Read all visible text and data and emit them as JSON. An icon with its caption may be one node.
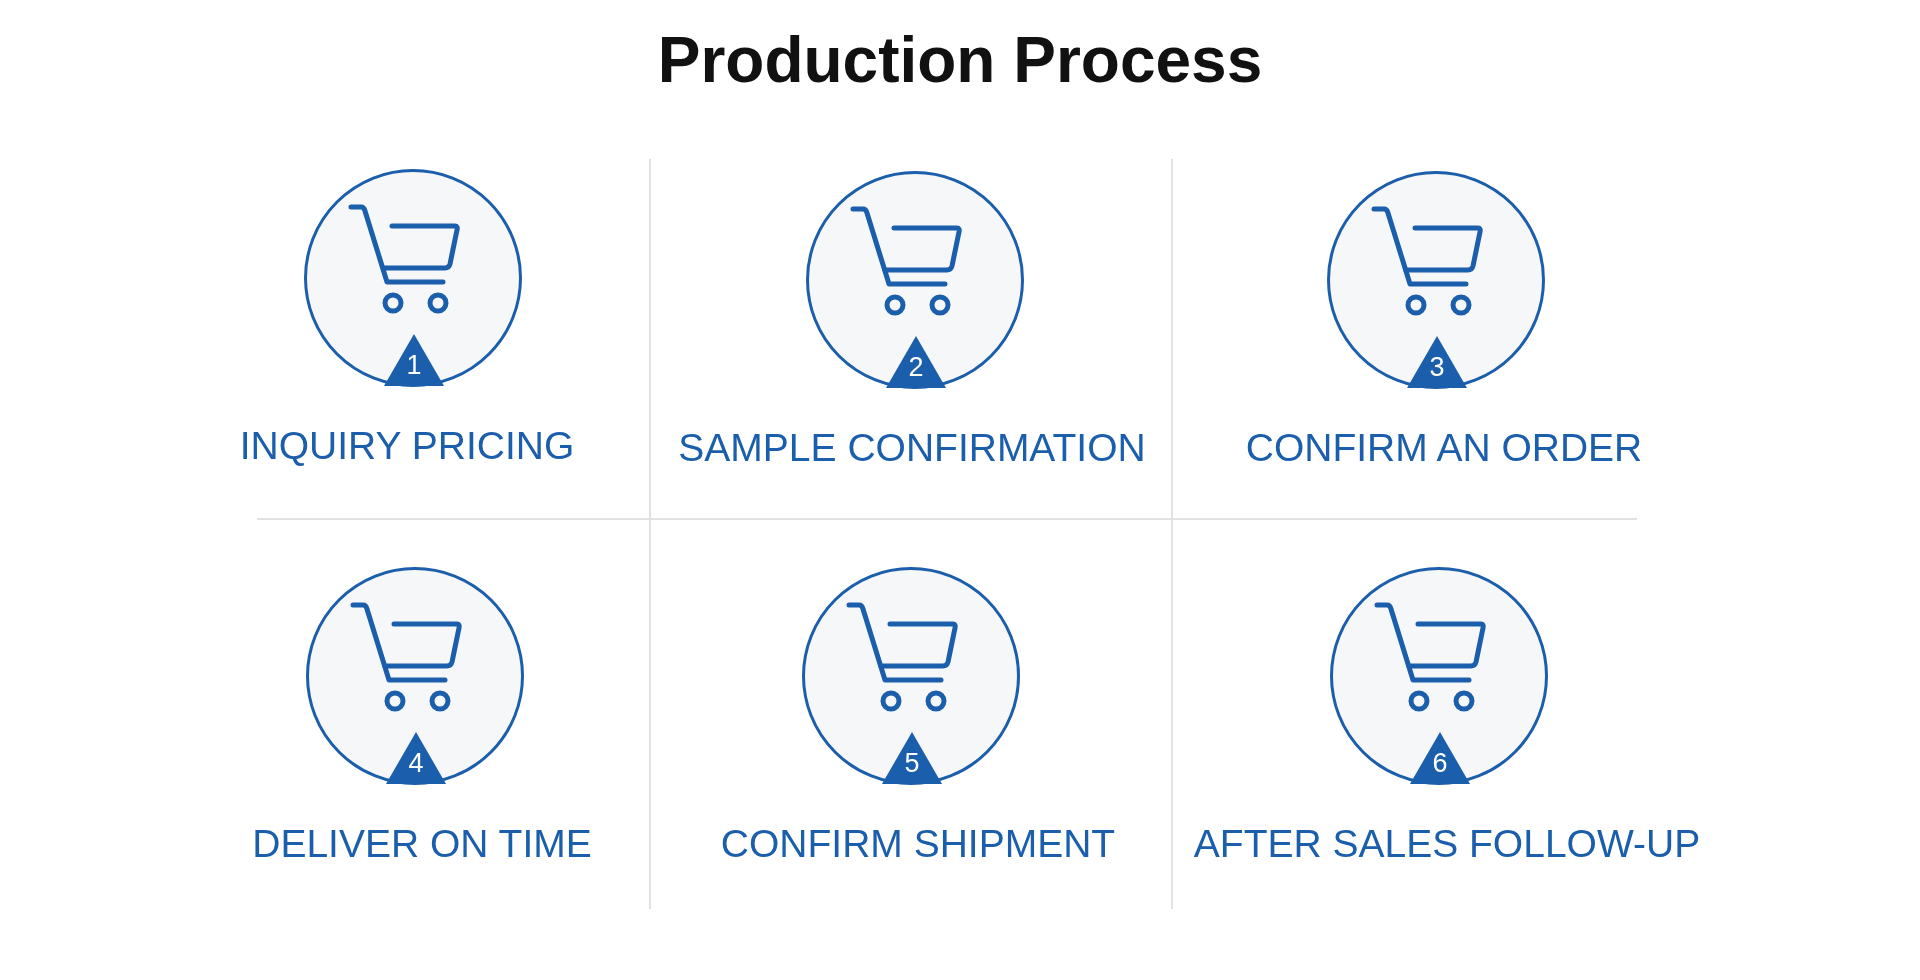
{
  "diagram": {
    "title": "Production Process",
    "nodes": [
      {
        "text": [
          "1"
        ],
        "beside": [
          "INQUIRY PRICING"
        ]
      },
      {
        "text": [
          "2"
        ],
        "beside": [
          "SAMPLE CONFIRMATION"
        ]
      },
      {
        "text": [
          "3"
        ],
        "beside": [
          "CONFIRM AN ORDER"
        ]
      },
      {
        "text": [
          "4"
        ],
        "beside": [
          "DELIVER ON TIME"
        ]
      },
      {
        "text": [
          "5"
        ],
        "beside": [
          "CONFIRM SHIPMENT"
        ]
      },
      {
        "text": [
          "6"
        ],
        "beside": [
          "AFTER SALES FOLLOW-UP"
        ]
      }
    ]
  }
}
